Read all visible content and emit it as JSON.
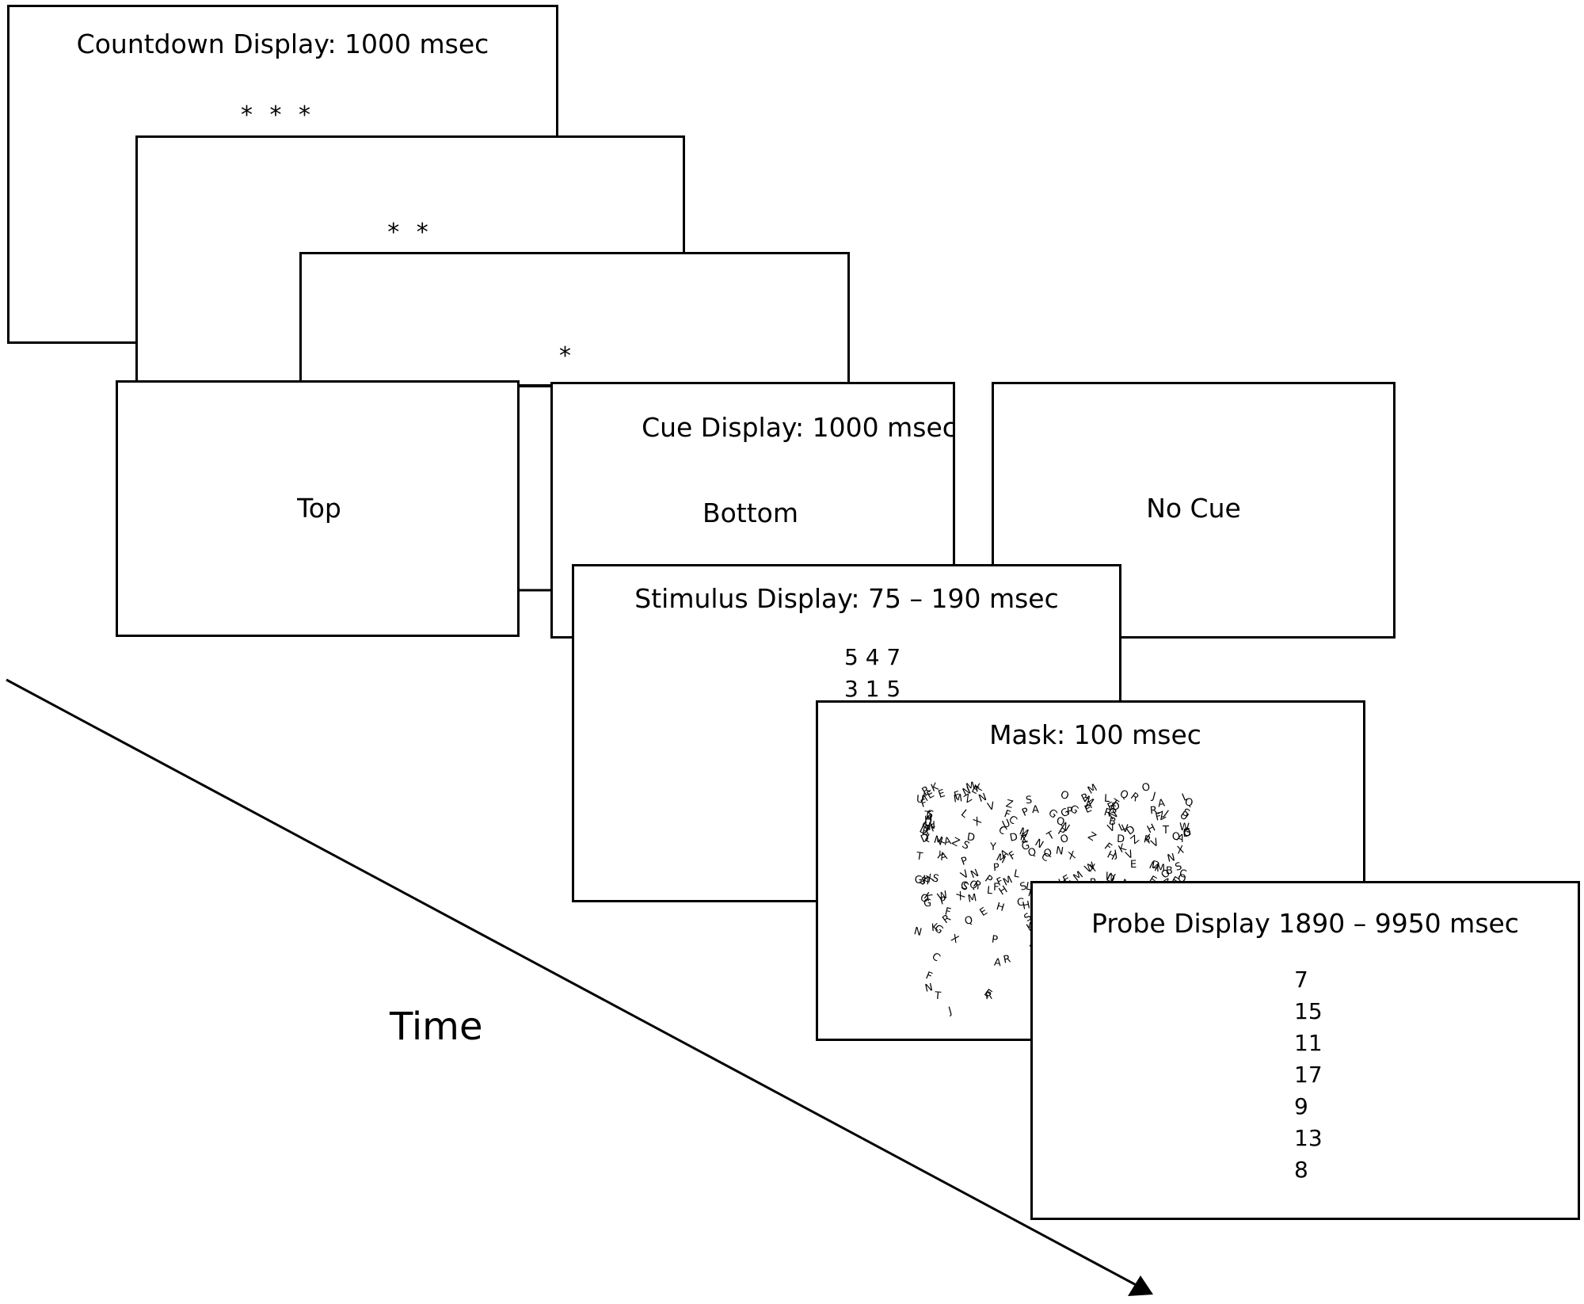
{
  "countdown": {
    "title": "Countdown Display: 1000 msec",
    "frames": [
      "* * *",
      "* *",
      "*"
    ]
  },
  "cue": {
    "title": "Cue Display: 1000 msec",
    "options": [
      "Top",
      "Bottom",
      "No Cue"
    ]
  },
  "stimulus": {
    "title": "Stimulus Display: 75 – 190 msec",
    "rows": [
      "5 4 7",
      "3 1 5"
    ]
  },
  "mask": {
    "title": "Mask: 100 msec",
    "letters": "ATMGADQEHNMPRVFVZXAOUSLOZKVRDQPEFGUKERLMNXOKARQSEFDCGHZZPSRKOLDTYSQHDSMATANXSBJWQXESKNREALFJSLMVSDCHFXFQSZGQRKUWPGFHMYPLEPBAJKOUZXMHSFRTXHMZKNRQAWGFCNFNMXDPAELSJVNDRKENVZTHCRTGSEASKRDNVWZBDCJLXOFMCYQKVERTNPRDGMAFSHWJLECNUXZAYRTKCVDBMHLFGSWE"
  },
  "probe": {
    "title": "Probe Display 1890 – 9950 msec",
    "items": [
      "7",
      "15",
      "11",
      "17",
      "9",
      "13",
      "8"
    ]
  },
  "timeline": {
    "label": "Time"
  }
}
